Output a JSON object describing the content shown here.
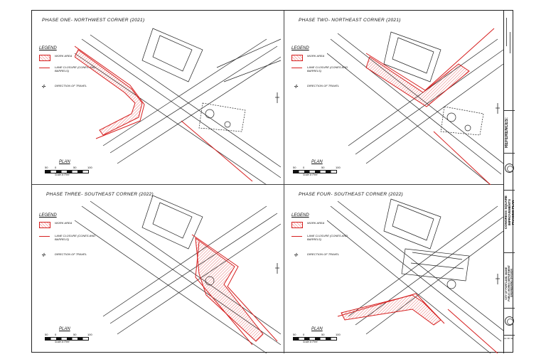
{
  "sheet": {
    "phases": [
      {
        "title": "PHASE ONE- NORTHWEST CORNER (2021)"
      },
      {
        "title": "PHASE TWO- NORTHEAST CORNER (2021)"
      },
      {
        "title": "PHASE THREE- SOUTHEAST CORNER (2022)"
      },
      {
        "title": "PHASE FOUR- SOUTHEAST CORNER (2022)"
      }
    ],
    "legend": {
      "title": "LEGEND",
      "work_area": "WORK AREA",
      "lane_closure": "LANE CLOSURE (CONES AND BARRELS)",
      "direction": "DIRECTION OF TRAVEL"
    },
    "plan_label": "PLAN",
    "scale": {
      "ticks": [
        "50",
        "0",
        "50",
        "100"
      ],
      "caption": "Scale in Feet"
    },
    "colors": {
      "work_area": "#d62020",
      "linework": "#222222"
    }
  },
  "title_block": {
    "references": "REFERENCES:",
    "project_line1": "CONGRESS SQUARE",
    "project_line2": "IMPROVEMENTS",
    "project_line3": "PHASING PLAN",
    "city_line1": "CITY OF PORTLAND, MAINE",
    "city_line2": "PUBLIC WORKS DEPARTMENT",
    "city_line3": "ENGINEERING DIVISION",
    "sheet_number": "14",
    "sheet_of": "OF",
    "sheet_total": "32"
  }
}
